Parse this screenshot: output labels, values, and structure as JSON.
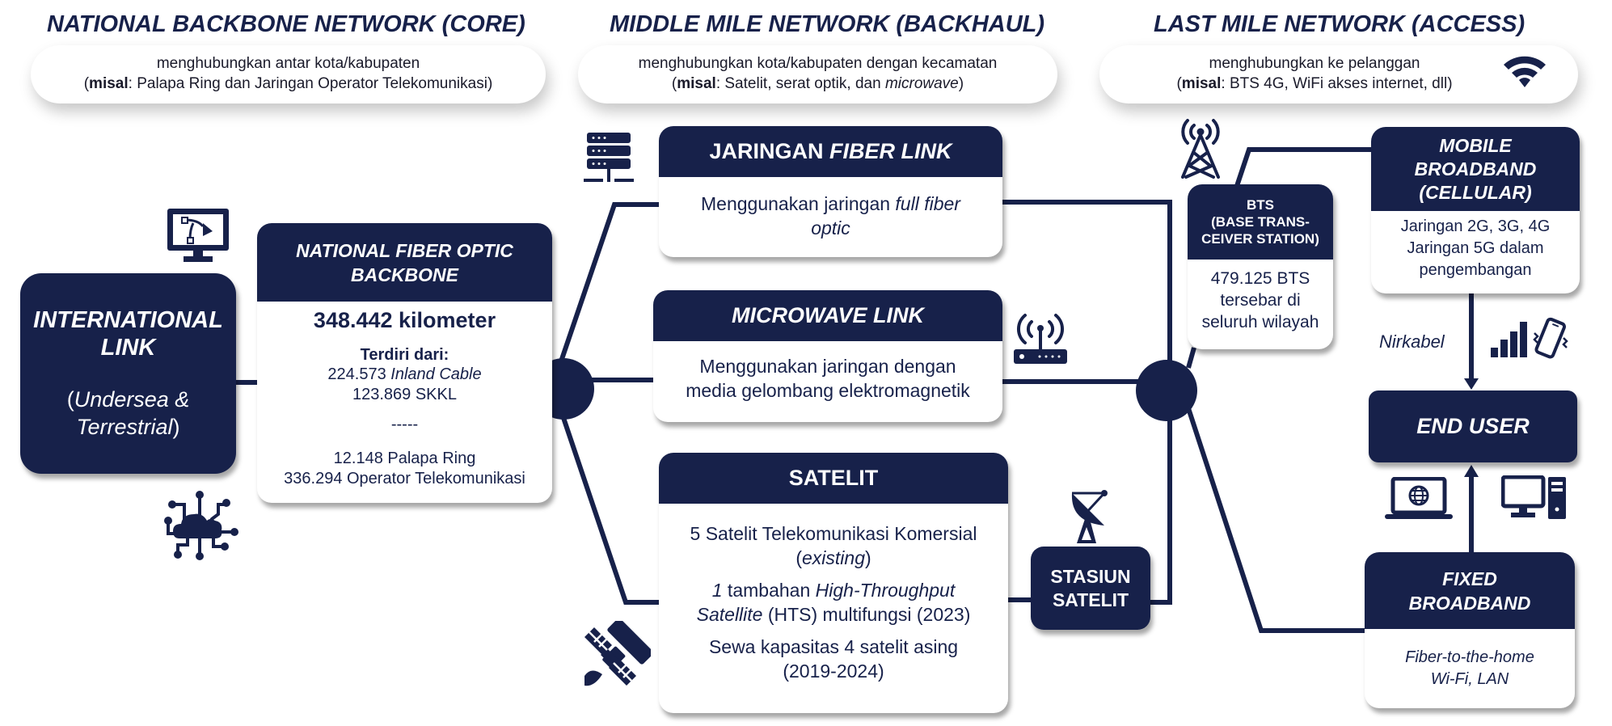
{
  "sections": {
    "core": {
      "title": "NATIONAL BACKBONE NETWORK (CORE)",
      "desc_line1": "menghubungkan antar kota/kabupaten",
      "desc_example_label": "misal",
      "desc_example_text": ": Palapa Ring dan Jaringan Operator Telekomunikasi)"
    },
    "middle": {
      "title": "MIDDLE MILE NETWORK (BACKHAUL)",
      "desc_line1": "menghubungkan kota/kabupaten dengan kecamatan",
      "desc_example_label": "misal",
      "desc_example_text": ": Satelit, serat optik, dan ",
      "desc_example_italic": "microwave"
    },
    "last": {
      "title": "LAST MILE NETWORK (ACCESS)",
      "desc_line1": "menghubungkan ke pelanggan",
      "desc_example_label": "misal",
      "desc_example_text": ": BTS 4G, WiFi akses internet, dll)"
    }
  },
  "international": {
    "title_line1": "INTERNATIONAL",
    "title_line2": "LINK",
    "sub_line1": "Undersea &",
    "sub_line2": "Terrestrial"
  },
  "backbone": {
    "title_line1": "NATIONAL FIBER OPTIC",
    "title_line2": "BACKBONE",
    "total": "348.442 kilometer",
    "composed_label": "Terdiri dari:",
    "items": [
      {
        "value": "224.573",
        "label": "Inland Cable",
        "italic": true
      },
      {
        "value": "123.869",
        "label": "SKKL",
        "italic": false
      }
    ],
    "separator": "-----",
    "items2": [
      {
        "value": "12.148",
        "label": "Palapa Ring"
      },
      {
        "value": "336.294",
        "label": "Operator Telekomunikasi"
      }
    ]
  },
  "fiber_link": {
    "title_plain": "JARINGAN",
    "title_italic": "FIBER LINK",
    "desc_plain": "Menggunakan jaringan ",
    "desc_italic1": "full fiber",
    "desc_italic2": "optic"
  },
  "microwave_link": {
    "title": "MICROWAVE LINK",
    "desc_line1": "Menggunakan jaringan dengan",
    "desc_line2": "media gelombang elektromagnetik"
  },
  "satelit": {
    "title": "SATELIT",
    "p1_line1": "5 Satelit Telekomunikasi Komersial",
    "p1_line2": "existing",
    "p2_num": "1",
    "p2_text": " tambahan ",
    "p2_italic": "High-Throughput",
    "p2_line2_italic": "Satellite",
    "p2_line2_text": " (HTS) multifungsi (2023)",
    "p3_line1": "Sewa kapasitas 4 satelit asing",
    "p3_line2": "(2019-2024)"
  },
  "stasiun": {
    "line1": "STASIUN",
    "line2": "SATELIT"
  },
  "bts": {
    "title_line1": "BTS",
    "title_line2": "(BASE TRANS-",
    "title_line3": "CEIVER STATION)",
    "body_line1": "479.125 BTS",
    "body_line2": "tersebar di",
    "body_line3": "seluruh wilayah"
  },
  "mobile": {
    "title_line1": "MOBILE",
    "title_line2": "BROADBAND",
    "title_line3": "(CELLULAR)",
    "body_line1": "Jaringan 2G, 3G, 4G",
    "body_line2": "Jaringan 5G dalam",
    "body_line3": "pengembangan"
  },
  "nirkabel_label": "Nirkabel",
  "end_user": "END USER",
  "fixed": {
    "title_line1": "FIXED",
    "title_line2": "BROADBAND",
    "body_line1": "Fiber-to-the-home",
    "body_line2": "Wi-Fi, LAN"
  },
  "colors": {
    "navy": "#17214a",
    "white": "#ffffff"
  }
}
